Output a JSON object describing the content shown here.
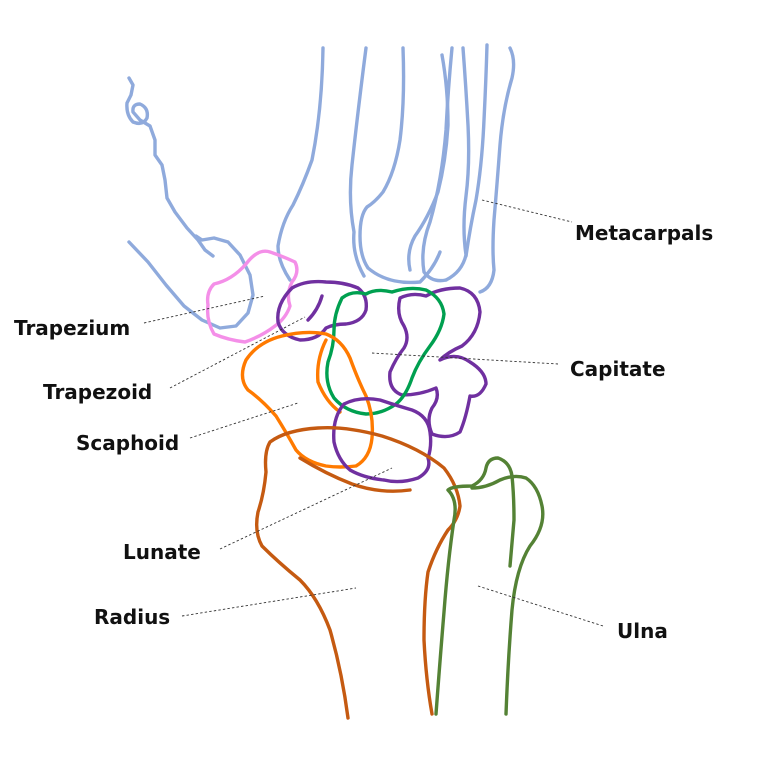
{
  "labels": {
    "metacarpals": "Metacarpals",
    "trapezium": "Trapezium",
    "trapezoid": "Trapezoid",
    "capitate": "Capitate",
    "scaphoid": "Scaphoid",
    "lunate": "Lunate",
    "radius": "Radius",
    "ulna": "Ulna"
  },
  "colors": {
    "metacarpals": "#8faadc",
    "trapezium": "#f48fe8",
    "trapezoid": "#7030a0",
    "hamate": "#7030a0",
    "capitate": "#00a050",
    "scaphoid": "#ff7a00",
    "lunate": "#7030a0",
    "radius": "#c55a11",
    "ulna": "#548235"
  }
}
